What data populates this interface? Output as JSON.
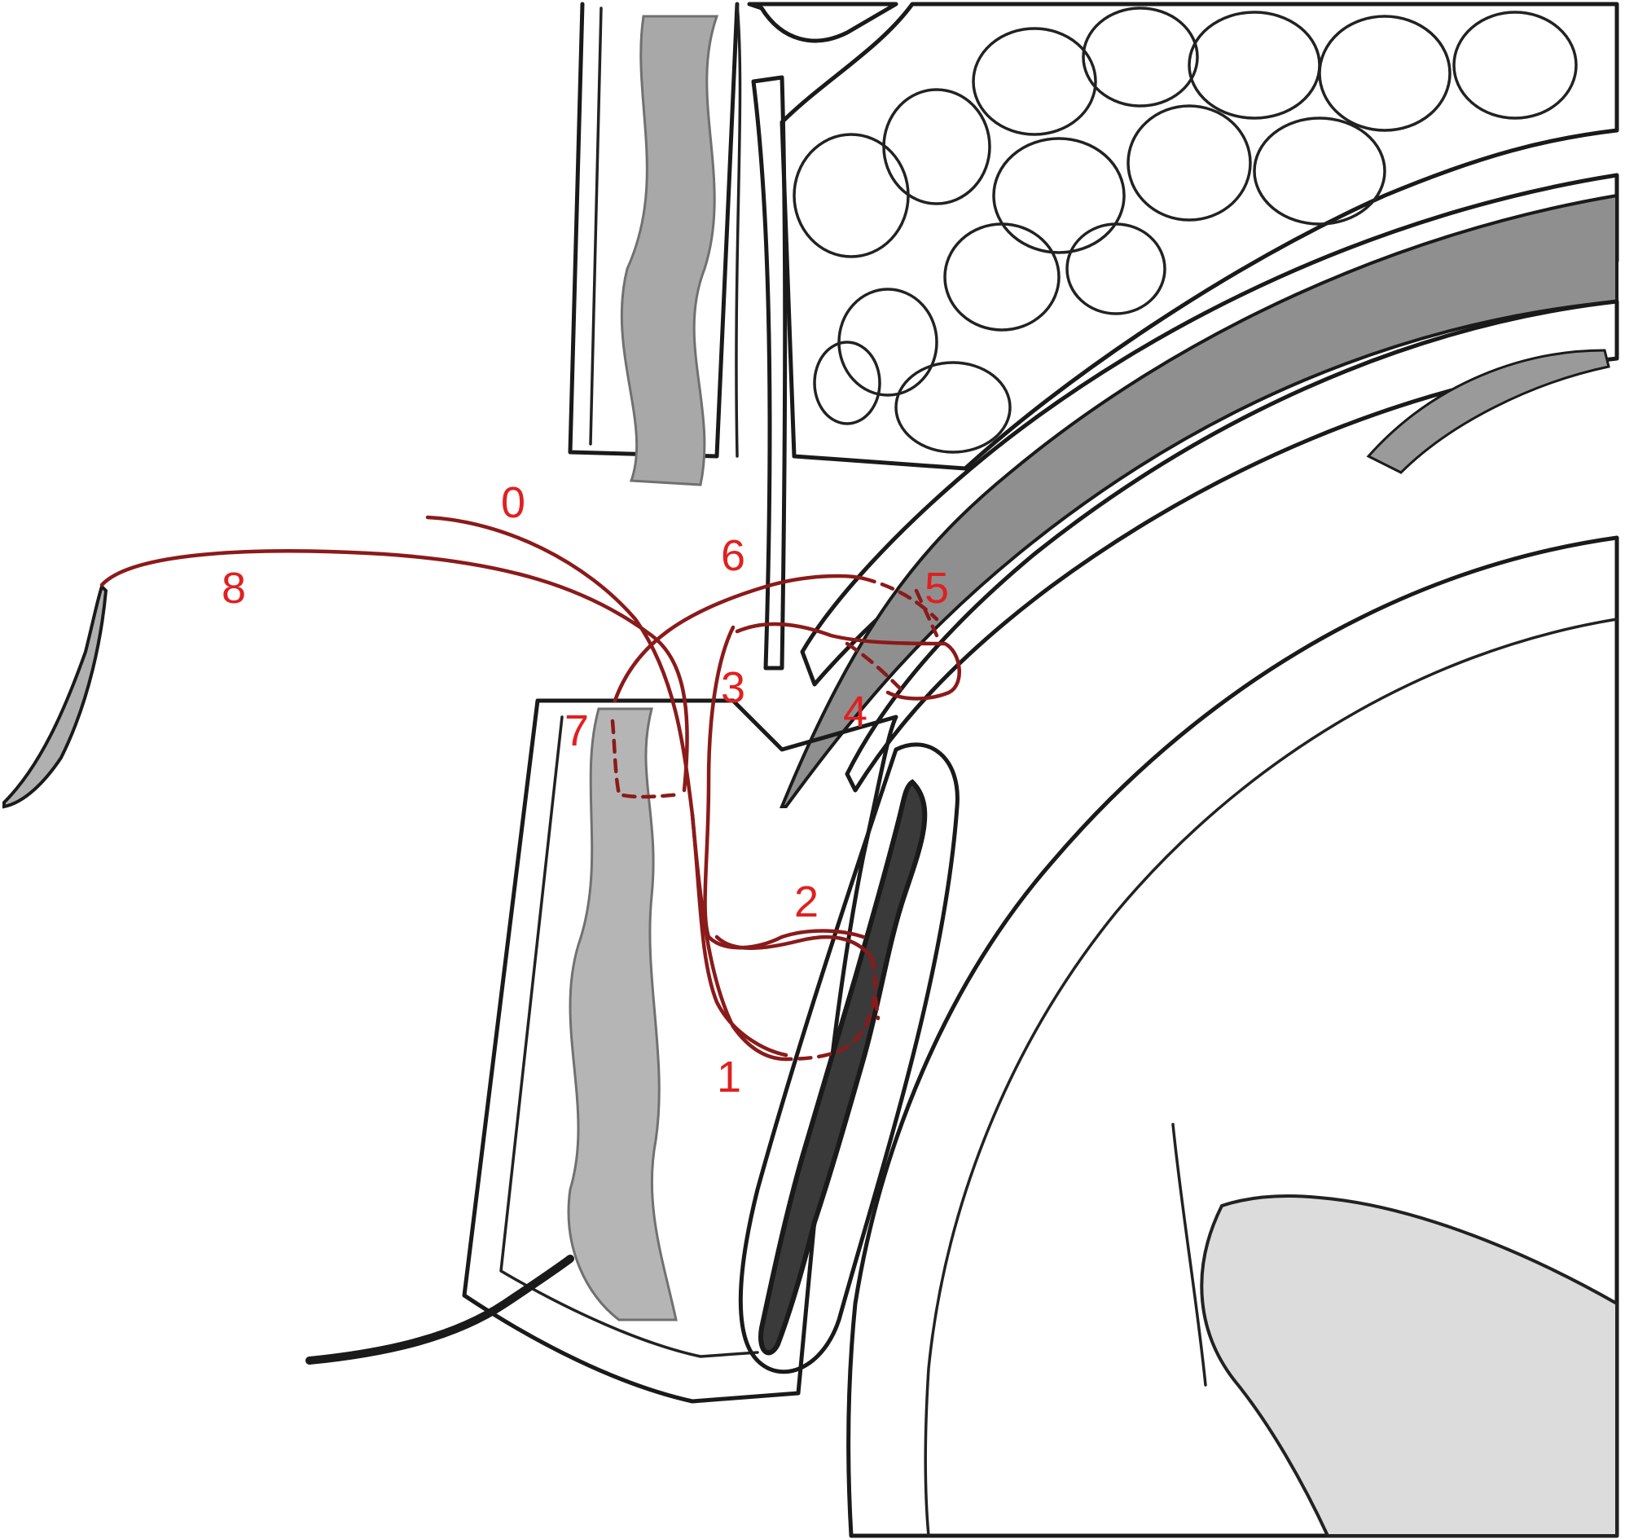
{
  "labels": {
    "l0": "0",
    "l1": "1",
    "l2": "2",
    "l3": "3",
    "l4": "4",
    "l5": "5",
    "l6": "6",
    "l7": "7",
    "l8": "8"
  },
  "colors": {
    "suture": "#8b1a1a",
    "label": "#e02020",
    "outline": "#1a1a1a",
    "light_tissue": "#e2e2e2",
    "mid_tissue": "#9a9a9a",
    "dark_tissue": "#3a3a3a"
  }
}
